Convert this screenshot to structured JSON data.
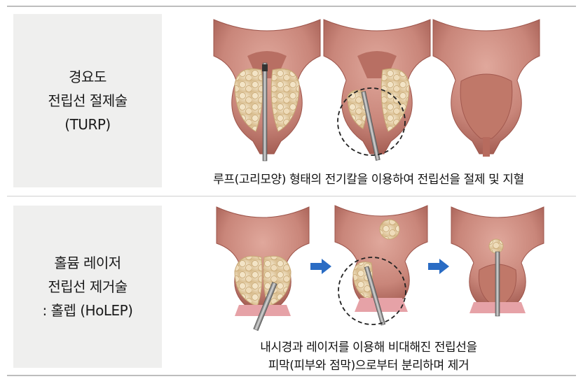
{
  "rows": [
    {
      "label_lines": [
        "경요도",
        "전립선 절제술",
        "(TURP)"
      ],
      "caption_lines": [
        "루프(고리모양) 형태의 전기칼을 이용하여 전립선을 절제 및 지혈"
      ]
    },
    {
      "label_lines": [
        "홀뮴 레이저",
        "전립선 제거술",
        ": 홀렙 (HoLEP)"
      ],
      "caption_lines": [
        "내시경과 레이저를 이용해 비대해진 전립선을",
        "피막(피부와 점막)으로부터 분리하며 제거"
      ]
    }
  ],
  "colors": {
    "label_bg": "#efefee",
    "tissue": "#c9867a",
    "tissue_dark": "#a2594f",
    "lobe": "#ead7b4",
    "arrow": "#2a6cc4"
  }
}
